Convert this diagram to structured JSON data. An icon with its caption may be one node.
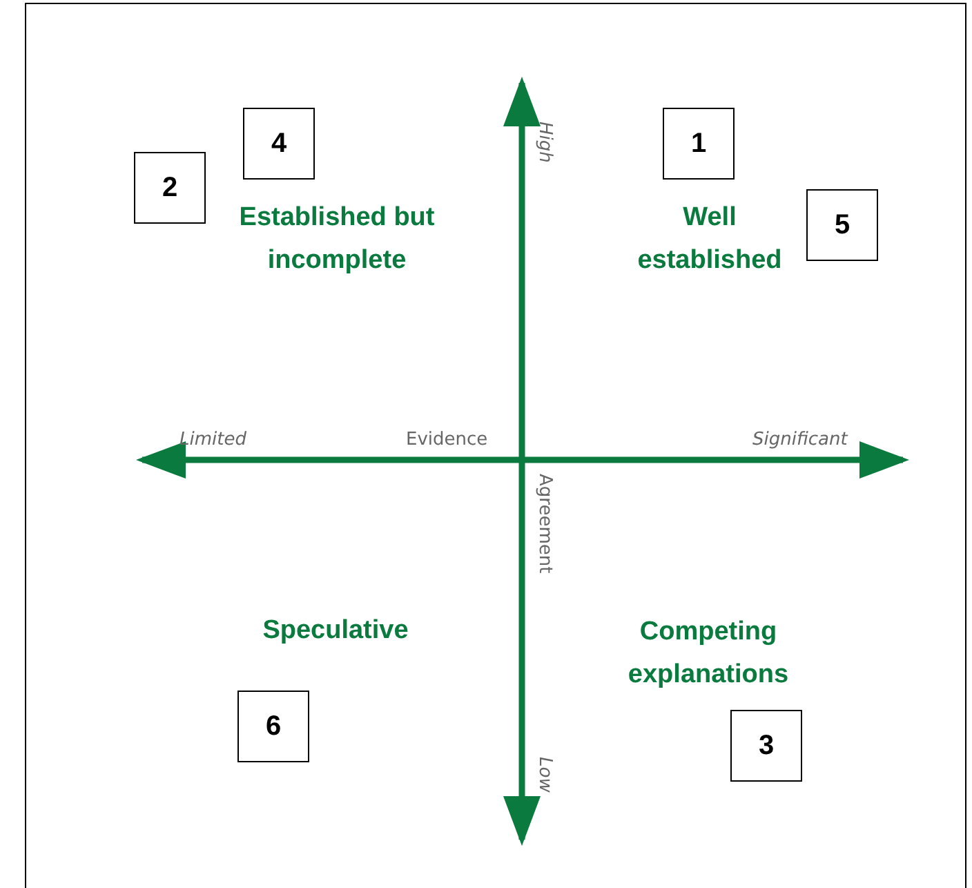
{
  "diagram": {
    "nodes": [
      {
        "text": [
          "4"
        ]
      },
      {
        "text": [
          "1"
        ]
      },
      {
        "text": [
          "2"
        ]
      },
      {
        "text": [
          "5"
        ]
      },
      {
        "text": [
          "6"
        ]
      },
      {
        "text": [
          "3"
        ]
      }
    ],
    "edges": [],
    "labels": [
      "High",
      "Established but incomplete",
      "Well established",
      "Limited",
      "Evidence",
      "Significant",
      "Agreement",
      "Speculative",
      "Competing explanations",
      "Low"
    ]
  }
}
